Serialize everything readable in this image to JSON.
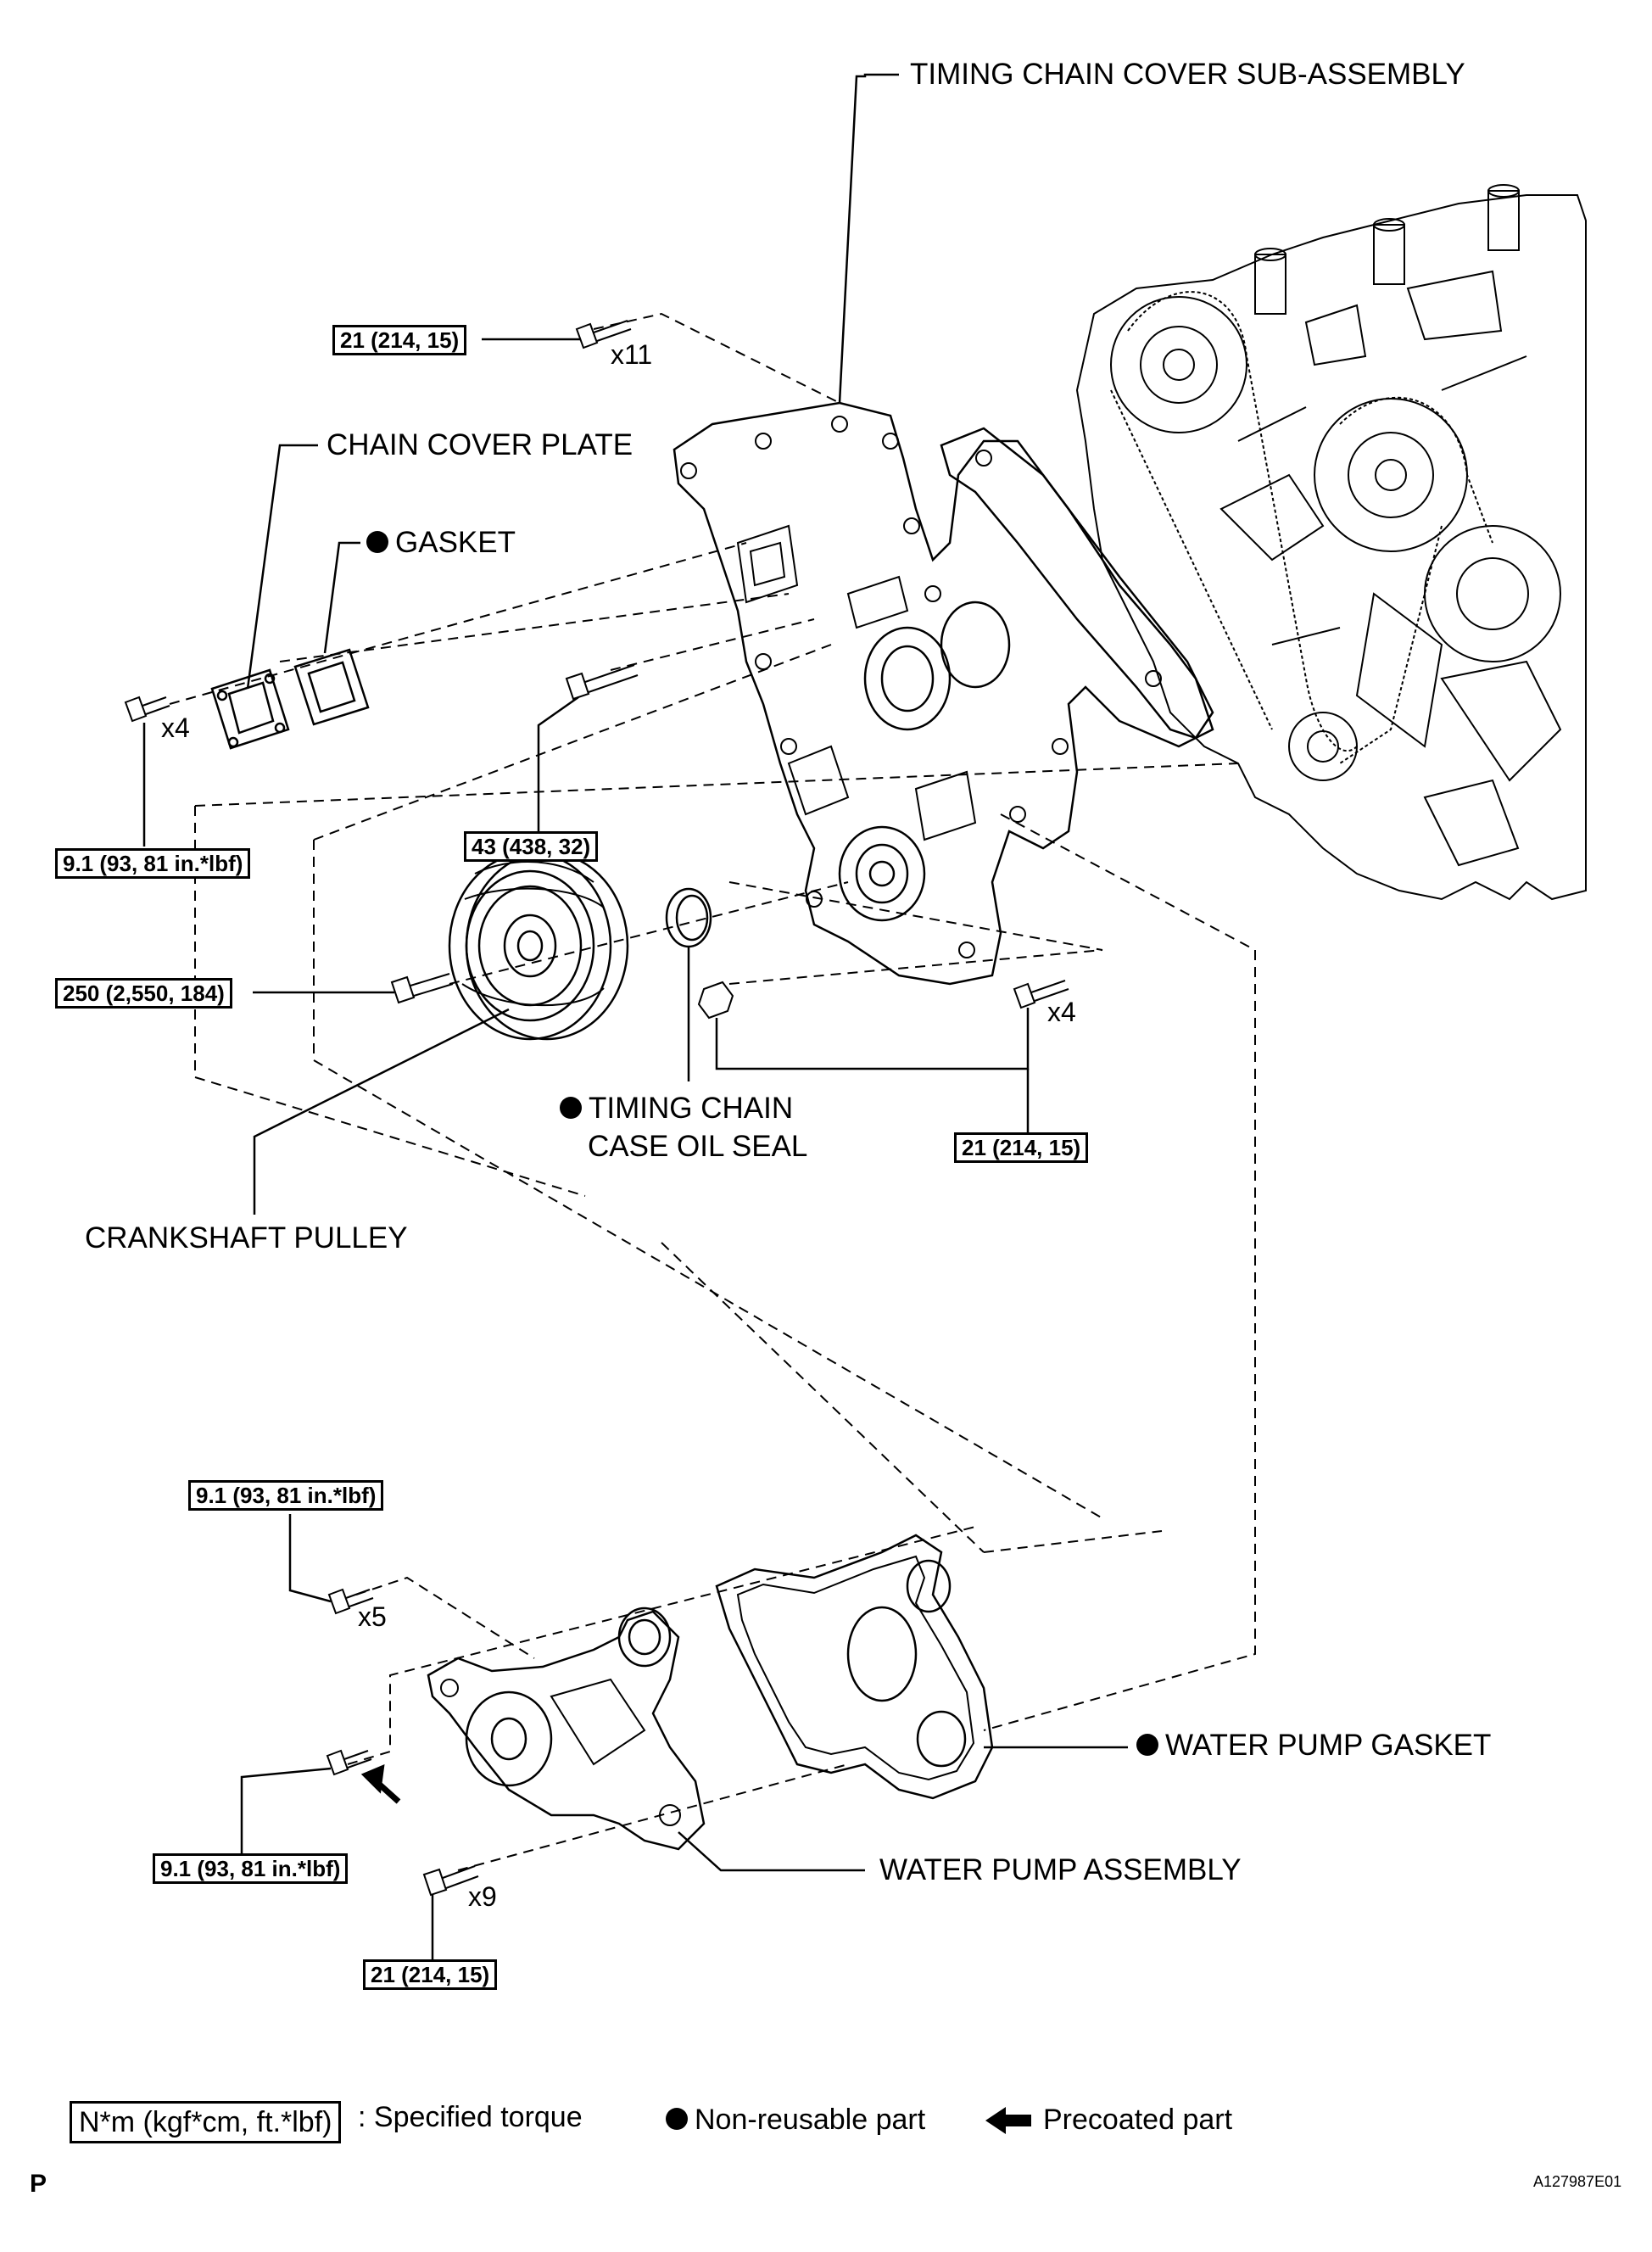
{
  "labels": {
    "timing_chain_cover": "TIMING CHAIN COVER SUB-ASSEMBLY",
    "chain_cover_plate": "CHAIN COVER PLATE",
    "gasket": "GASKET",
    "crankshaft_pulley": "CRANKSHAFT PULLEY",
    "oil_seal_line1": "TIMING CHAIN",
    "oil_seal_line2": "CASE OIL SEAL",
    "water_pump_gasket": "WATER PUMP GASKET",
    "water_pump_assembly": "WATER PUMP ASSEMBLY"
  },
  "torques": {
    "cover_bolts": "21 (214, 15)",
    "plate_bolts": "9.1 (93, 81 in.*lbf)",
    "center_bolt": "43 (438, 32)",
    "pulley_bolt": "250 (2,550, 184)",
    "lower_bolts": "21 (214, 15)",
    "wp_bolts_top": "9.1 (93, 81 in.*lbf)",
    "wp_bolt_precoated": "9.1 (93, 81 in.*lbf)",
    "wp_bolts_bottom": "21 (214, 15)"
  },
  "quantities": {
    "cover_bolts": "x11",
    "plate_bolts": "x4",
    "lower_bolts": "x4",
    "wp_top": "x5",
    "wp_bottom": "x9"
  },
  "legend": {
    "torque_unit": "N*m (kgf*cm, ft.*lbf)",
    "torque_text": ": Specified torque",
    "nonreusable": "Non-reusable part",
    "precoated": "Precoated part"
  },
  "footer": {
    "page_letter": "P",
    "figure_id": "A127987E01"
  }
}
